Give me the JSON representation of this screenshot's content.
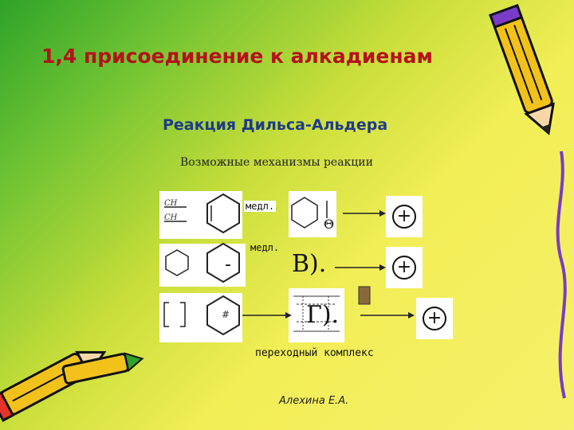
{
  "slide": {
    "title": "1,4 присоединение к алкадиенам",
    "subtitle": "Реакция Дильса-Альдера",
    "mechanisms_heading": "Возможные механизмы реакции",
    "slow_label_1": "медл.",
    "slow_label_2": "медл.",
    "transition_label": "переходный комплекс",
    "author": "Алехина Е.А."
  },
  "diagram": {
    "row2_letter": "В).",
    "row3_letter": "Г).",
    "minus": "-",
    "ch_top": "CH",
    "ch_bottom": "CH",
    "double_dagger": "#",
    "plus": "+"
  },
  "colors": {
    "title": "#b4121a",
    "subtitle": "#1f3a8a",
    "pencil_body": "#f2c21a",
    "pencil_tip": "#e8332a"
  }
}
